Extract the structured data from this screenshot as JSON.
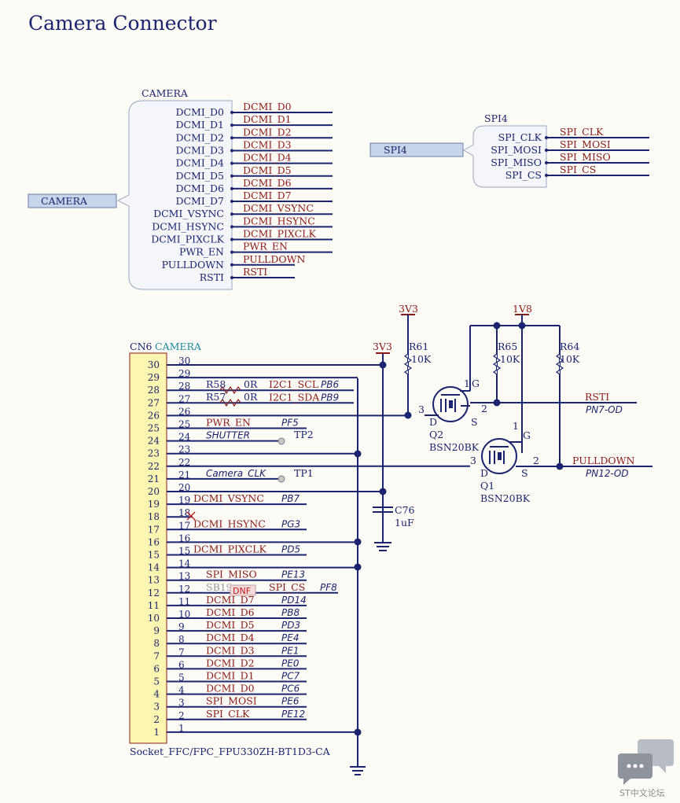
{
  "page_title": "Camera Connector",
  "camera_sheet": {
    "name": "CAMERA",
    "port": "CAMERA",
    "ports": [
      "DCMI_D0",
      "DCMI_D1",
      "DCMI_D2",
      "DCMI_D3",
      "DCMI_D4",
      "DCMI_D5",
      "DCMI_D6",
      "DCMI_D7",
      "DCMI_VSYNC",
      "DCMI_HSYNC",
      "DCMI_PIXCLK",
      "PWR_EN",
      "PULLDOWN",
      "RSTI"
    ],
    "nets": [
      "DCMI_D0",
      "DCMI_D1",
      "DCMI_D2",
      "DCMI_D3",
      "DCMI_D4",
      "DCMI_D5",
      "DCMI_D6",
      "DCMI_D7",
      "DCMI_VSYNC",
      "DCMI_HSYNC",
      "DCMI_PIXCLK",
      "PWR_EN",
      "PULLDOWN",
      "RSTI"
    ]
  },
  "spi_sheet": {
    "name": "SPI4",
    "port": "SPI4",
    "ports": [
      "SPI_CLK",
      "SPI_MOSI",
      "SPI_MISO",
      "SPI_CS"
    ],
    "nets": [
      "SPI_CLK",
      "SPI_MOSI",
      "SPI_MISO",
      "SPI_CS"
    ]
  },
  "connector": {
    "ref": "CN6",
    "name": "CAMERA",
    "footprint": "Socket_FFC/FPC_FPU330ZH-BT1D3-CA",
    "pin_numbers": [
      "30",
      "29",
      "28",
      "27",
      "26",
      "25",
      "24",
      "23",
      "22",
      "21",
      "20",
      "19",
      "18",
      "17",
      "16",
      "15",
      "14",
      "13",
      "12",
      "11",
      "10",
      "9",
      "8",
      "7",
      "6",
      "5",
      "4",
      "3",
      "2",
      "1"
    ]
  },
  "pins": [
    {
      "num": "30",
      "net": "",
      "port": ""
    },
    {
      "num": "29",
      "net": "",
      "port": ""
    },
    {
      "num": "28",
      "net": "I2C1_SCL",
      "port": "PB6"
    },
    {
      "num": "27",
      "net": "I2C1_SDA",
      "port": "PB9"
    },
    {
      "num": "26",
      "net": "",
      "port": ""
    },
    {
      "num": "25",
      "net": "PWR_EN",
      "port": "PF5"
    },
    {
      "num": "24",
      "net": "SHUTTER",
      "port": ""
    },
    {
      "num": "23",
      "net": "",
      "port": ""
    },
    {
      "num": "22",
      "net": "",
      "port": ""
    },
    {
      "num": "21",
      "net": "Camera_CLK",
      "port": ""
    },
    {
      "num": "20",
      "net": "",
      "port": ""
    },
    {
      "num": "19",
      "net": "DCMI_VSYNC",
      "port": "PB7"
    },
    {
      "num": "18",
      "net": "",
      "port": ""
    },
    {
      "num": "17",
      "net": "DCMI_HSYNC",
      "port": "PG3"
    },
    {
      "num": "16",
      "net": "",
      "port": ""
    },
    {
      "num": "15",
      "net": "DCMI_PIXCLK",
      "port": "PD5"
    },
    {
      "num": "14",
      "net": "",
      "port": ""
    },
    {
      "num": "13",
      "net": "SPI_MISO",
      "port": "PE13"
    },
    {
      "num": "12",
      "net": "SPI_CS",
      "port": "PF8"
    },
    {
      "num": "11",
      "net": "DCMI_D7",
      "port": "PD14"
    },
    {
      "num": "10",
      "net": "DCMI_D6",
      "port": "PB8"
    },
    {
      "num": "9",
      "net": "DCMI_D5",
      "port": "PD3"
    },
    {
      "num": "8",
      "net": "DCMI_D4",
      "port": "PE4"
    },
    {
      "num": "7",
      "net": "DCMI_D3",
      "port": "PE1"
    },
    {
      "num": "6",
      "net": "DCMI_D2",
      "port": "PE0"
    },
    {
      "num": "5",
      "net": "DCMI_D1",
      "port": "PC7"
    },
    {
      "num": "4",
      "net": "DCMI_D0",
      "port": "PC6"
    },
    {
      "num": "3",
      "net": "SPI_MOSI",
      "port": "PE6"
    },
    {
      "num": "2",
      "net": "SPI_CLK",
      "port": "PE12"
    },
    {
      "num": "1",
      "net": "",
      "port": ""
    }
  ],
  "resistors": [
    {
      "ref": "R58",
      "value": "0R"
    },
    {
      "ref": "R57",
      "value": "0R"
    },
    {
      "ref": "R61",
      "value": "10K"
    },
    {
      "ref": "R65",
      "value": "10K"
    },
    {
      "ref": "R64",
      "value": "10K"
    }
  ],
  "solder_bridge": {
    "ref": "SB19",
    "note": "DNF"
  },
  "test_points": [
    "TP2",
    "TP1"
  ],
  "capacitor": {
    "ref": "C76",
    "value": "1uF"
  },
  "power": {
    "v33": "3V3",
    "v18": "1V8"
  },
  "transistors": [
    {
      "ref": "Q2",
      "part": "BSN20BK",
      "pin_d": "D",
      "pin_s": "S",
      "pin_g": "G",
      "pin_1": "1",
      "pin_2": "2",
      "pin_3": "3"
    },
    {
      "ref": "Q1",
      "part": "BSN20BK",
      "pin_d": "D",
      "pin_s": "S",
      "pin_g": "G",
      "pin_1": "1",
      "pin_2": "2",
      "pin_3": "3"
    }
  ],
  "outputs": [
    {
      "net": "RSTI",
      "port": "PN7-OD"
    },
    {
      "net": "PULLDOWN",
      "port": "PN12-OD"
    }
  ],
  "watermark": "ST中文论坛",
  "colors": {
    "wire": "#1b2470",
    "net": "#8b1a1a",
    "connector": "#fcf6b0",
    "sheet": "#f4f6fa",
    "port": "#c8d4ea"
  }
}
